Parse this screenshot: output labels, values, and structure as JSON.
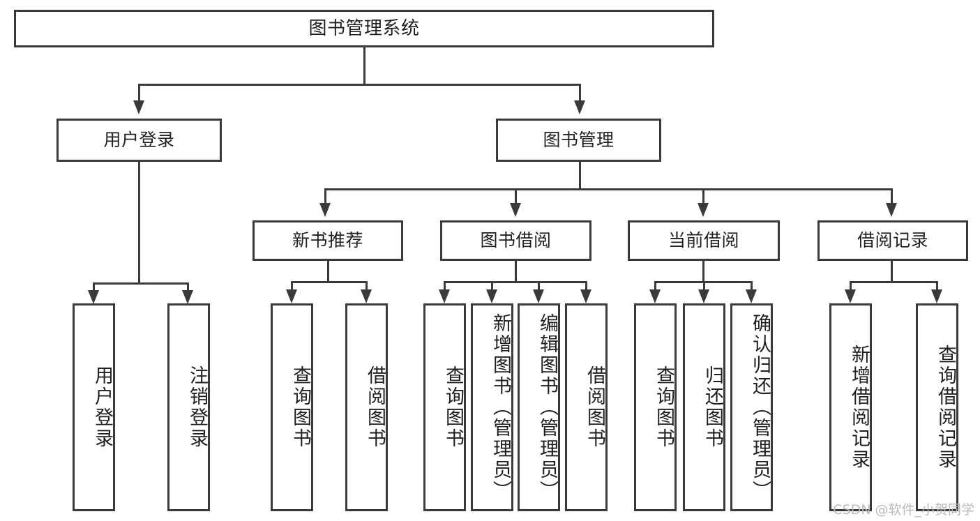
{
  "diagram": {
    "type": "tree-hierarchy",
    "title": "图书管理系统",
    "orientation": "top-down",
    "colors": {
      "stroke": "#3a3a3a",
      "fill": "#ffffff",
      "text": "#1f1f1f",
      "watermark": "#b9b9b9"
    },
    "root": {
      "label": "图书管理系统"
    },
    "level2": [
      {
        "label": "用户登录"
      },
      {
        "label": "图书管理"
      }
    ],
    "level3": [
      {
        "label": "新书推荐"
      },
      {
        "label": "图书借阅"
      },
      {
        "label": "当前借阅"
      },
      {
        "label": "借阅记录"
      }
    ],
    "leaves": {
      "user_login": [
        {
          "label": "用户登录"
        },
        {
          "label": "注销登录"
        }
      ],
      "new_book_recommend": [
        {
          "label": "查询图书"
        },
        {
          "label": "借阅图书"
        }
      ],
      "book_borrow": [
        {
          "label": "查询图书"
        },
        {
          "label": "新增图书（管理员）"
        },
        {
          "label": "编辑图书（管理员）"
        },
        {
          "label": "借阅图书"
        }
      ],
      "current_borrow": [
        {
          "label": "查询图书"
        },
        {
          "label": "归还图书"
        },
        {
          "label": "确认归还（管理员）"
        }
      ],
      "borrow_record": [
        {
          "label": "新增借阅记录"
        },
        {
          "label": "查询借阅记录"
        }
      ]
    }
  },
  "watermark": {
    "text": "CSDN @软件_小贺同学"
  }
}
